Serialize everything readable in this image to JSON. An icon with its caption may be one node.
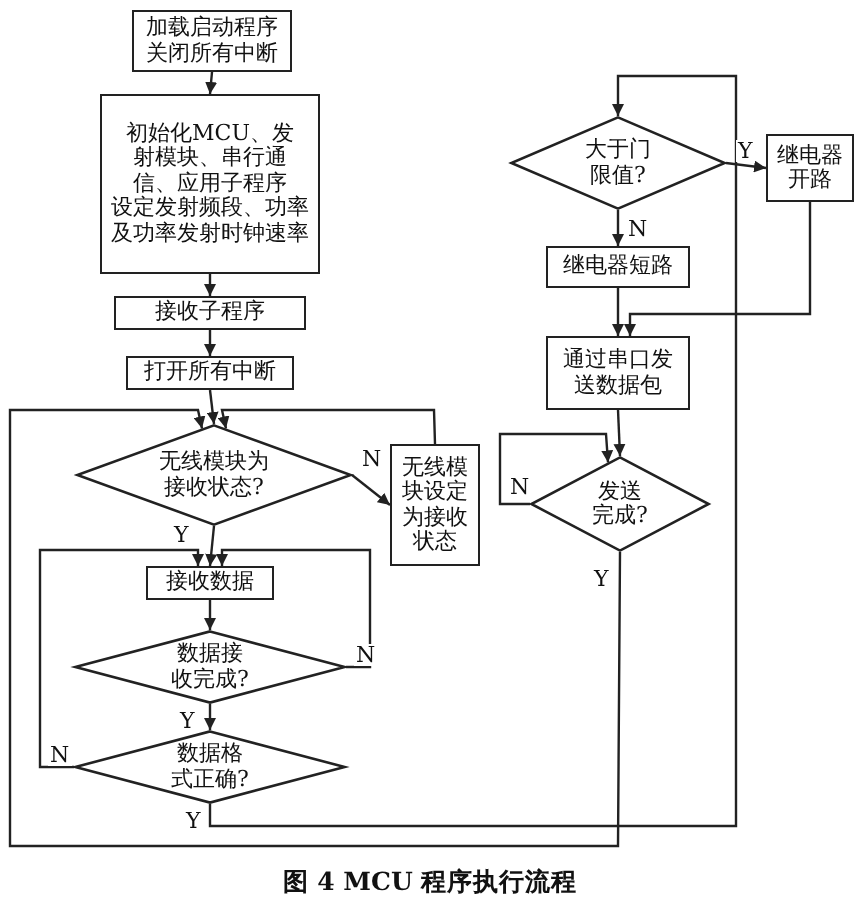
{
  "diagram": {
    "caption": "图 4 MCU 程序执行流程",
    "nodes": [
      {
        "text": [
          "加载启动程序",
          "关闭所有中断"
        ]
      },
      {
        "text": [
          "初始化MCU、发射模块、串行通信、应用子程序",
          "设定发射频段、功率及功率发射时钟速率"
        ]
      },
      {
        "text": [
          "接收子程序"
        ]
      },
      {
        "text": [
          "打开所有中断"
        ]
      },
      {
        "text": [
          "无线模块为接收状态?"
        ]
      },
      {
        "text": [
          "无线模块设定为接收状态"
        ]
      },
      {
        "text": [
          "接收数据"
        ]
      },
      {
        "text": [
          "数据接收完成?"
        ]
      },
      {
        "text": [
          "数据格式正确?"
        ]
      },
      {
        "text": [
          "大于门限值?"
        ]
      },
      {
        "text": [
          "继电器开路"
        ]
      },
      {
        "text": [
          "继电器短路"
        ]
      },
      {
        "text": [
          "通过串口发送数据包"
        ]
      },
      {
        "text": [
          "发送完成?"
        ]
      }
    ],
    "edges": [
      {
        "from": 0,
        "to": 1,
        "arrow": "to"
      },
      {
        "from": 1,
        "to": 2,
        "arrow": "to"
      },
      {
        "from": 2,
        "to": 3,
        "arrow": "to"
      },
      {
        "from": 3,
        "to": 4,
        "arrow": "to"
      },
      {
        "from": 4,
        "to": 6,
        "arrow": "to",
        "label": "Y"
      },
      {
        "from": 4,
        "to": 5,
        "arrow": "to",
        "label": "N"
      },
      {
        "from": 5,
        "to": 4,
        "arrow": "to"
      },
      {
        "from": 6,
        "to": 7,
        "arrow": "to"
      },
      {
        "from": 7,
        "to": 8,
        "arrow": "to",
        "label": "Y"
      },
      {
        "from": 7,
        "to": 6,
        "arrow": "to",
        "label": "N"
      },
      {
        "from": 8,
        "to": 6,
        "arrow": "to",
        "label": "N"
      },
      {
        "from": 8,
        "to": 9,
        "arrow": "to",
        "label": "Y"
      },
      {
        "from": 9,
        "to": 10,
        "arrow": "to",
        "label": "Y"
      },
      {
        "from": 9,
        "to": 11,
        "arrow": "to",
        "label": "N"
      },
      {
        "from": 10,
        "to": 12,
        "arrow": "to"
      },
      {
        "from": 11,
        "to": 12,
        "arrow": "to"
      },
      {
        "from": 12,
        "to": 13,
        "arrow": "to"
      },
      {
        "from": 13,
        "to": 13,
        "arrow": "to",
        "label": "N"
      },
      {
        "from": 13,
        "to": 4,
        "arrow": "to",
        "label": "Y"
      }
    ]
  }
}
